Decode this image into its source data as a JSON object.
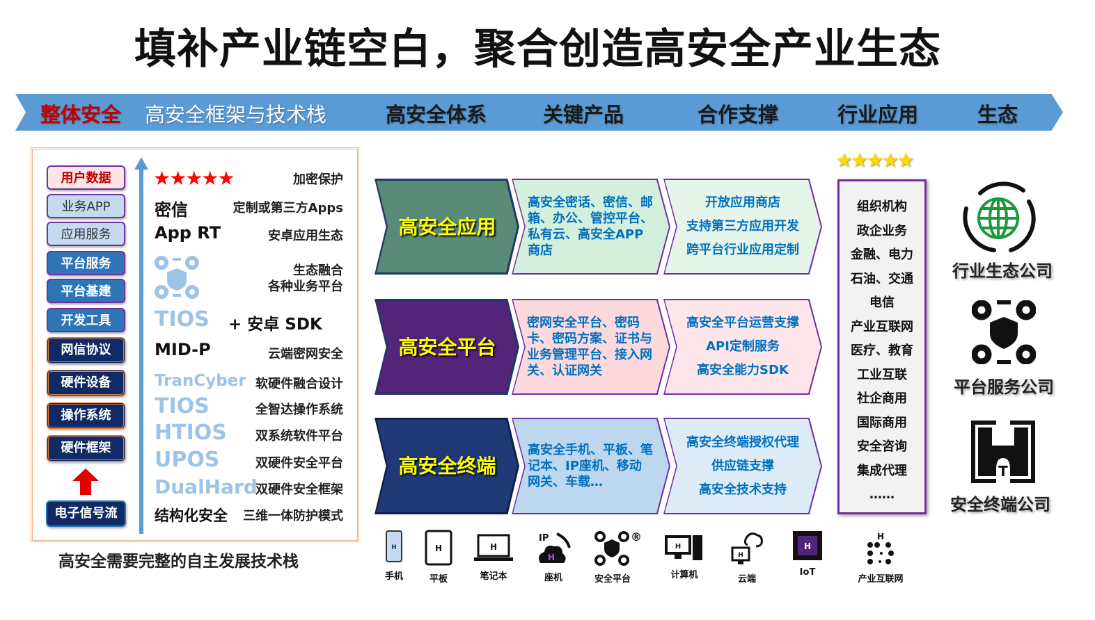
{
  "title": "填补产业链空白，聚合创造高安全产业生态",
  "banner": {
    "items": [
      "整体安全",
      "高安全框架与技术栈",
      "高安全体系",
      "关键产品",
      "合作支撑",
      "行业应用",
      "生态"
    ]
  },
  "stack": {
    "layers": [
      "用户数据",
      "业务APP",
      "应用服务",
      "平台服务",
      "平台基建",
      "开发工具",
      "网信协议",
      "硬件设备",
      "操作系统",
      "硬件框架"
    ],
    "base": "电子信号流",
    "rating_stars": 5,
    "rows": [
      {
        "left": "",
        "right": "加密保护"
      },
      {
        "left": "密信",
        "right": "定制或第三方Apps"
      },
      {
        "left": "App RT",
        "right": "安卓应用生态"
      },
      {
        "left": "",
        "right": "生态融合"
      },
      {
        "left": "",
        "right": "各种业务平台"
      },
      {
        "left": "TIOS",
        "right": "+ 安卓 SDK"
      },
      {
        "left": "MID-P",
        "right": "云端密网安全"
      },
      {
        "left": "TranCyber",
        "right": "软硬件融合设计"
      },
      {
        "left": "TIOS",
        "right": "全智达操作系统"
      },
      {
        "left": "HTIOS",
        "right": "双系统软件平台"
      },
      {
        "left": "UPOS",
        "right": "双硬件安全平台"
      },
      {
        "left": "DualHard",
        "right": "双硬件安全框架"
      },
      {
        "left": "结构化安全",
        "right": "三维一体防护模式"
      }
    ],
    "caption": "高安全需要完整的自主发展技术栈"
  },
  "system": [
    {
      "name": "高安全应用",
      "products": "高安全密话、密信、邮箱、办公、管控平台、私有云、高安全APP商店",
      "support": [
        "开放应用商店",
        "支持第三方应用开发",
        "跨平台行业应用定制"
      ]
    },
    {
      "name": "高安全平台",
      "products": "密网安全平台、密码卡、密码方案、证书与业务管理平台、接入网关、认证网关",
      "support": [
        "高安全平台运营支撑",
        "API定制服务",
        "高安全能力SDK"
      ]
    },
    {
      "name": "高安全终端",
      "products": "高安全手机、平板、笔记本、IP座机、移动网关、车载…",
      "support": [
        "高安全终端授权代理",
        "供应链支撑",
        "高安全技术支持"
      ]
    }
  ],
  "industry": {
    "rating_stars": 5,
    "items": [
      "组织机构",
      "政企业务",
      "金融、电力",
      "石油、交通",
      "电信",
      "产业互联网",
      "医疗、教育",
      "工业互联",
      "社企商用",
      "国际商用",
      "安全咨询",
      "集成代理",
      "……"
    ]
  },
  "ecosystem": [
    "行业生态公司",
    "平台服务公司",
    "安全终端公司"
  ],
  "devices": [
    "手机",
    "平板",
    "笔记本",
    "座机",
    "安全平台",
    "计算机",
    "云端",
    "IoT",
    "产业互联网"
  ],
  "device_marks": {
    "ip": "IP",
    "h": "H",
    "registered": "®",
    "t": "T"
  },
  "colors": {
    "banner": "#5b9bd5",
    "row1": "#5a8a78",
    "row2": "#52247a",
    "row3": "#203a78",
    "accent": "#c00000",
    "text_blue": "#0070c0"
  }
}
